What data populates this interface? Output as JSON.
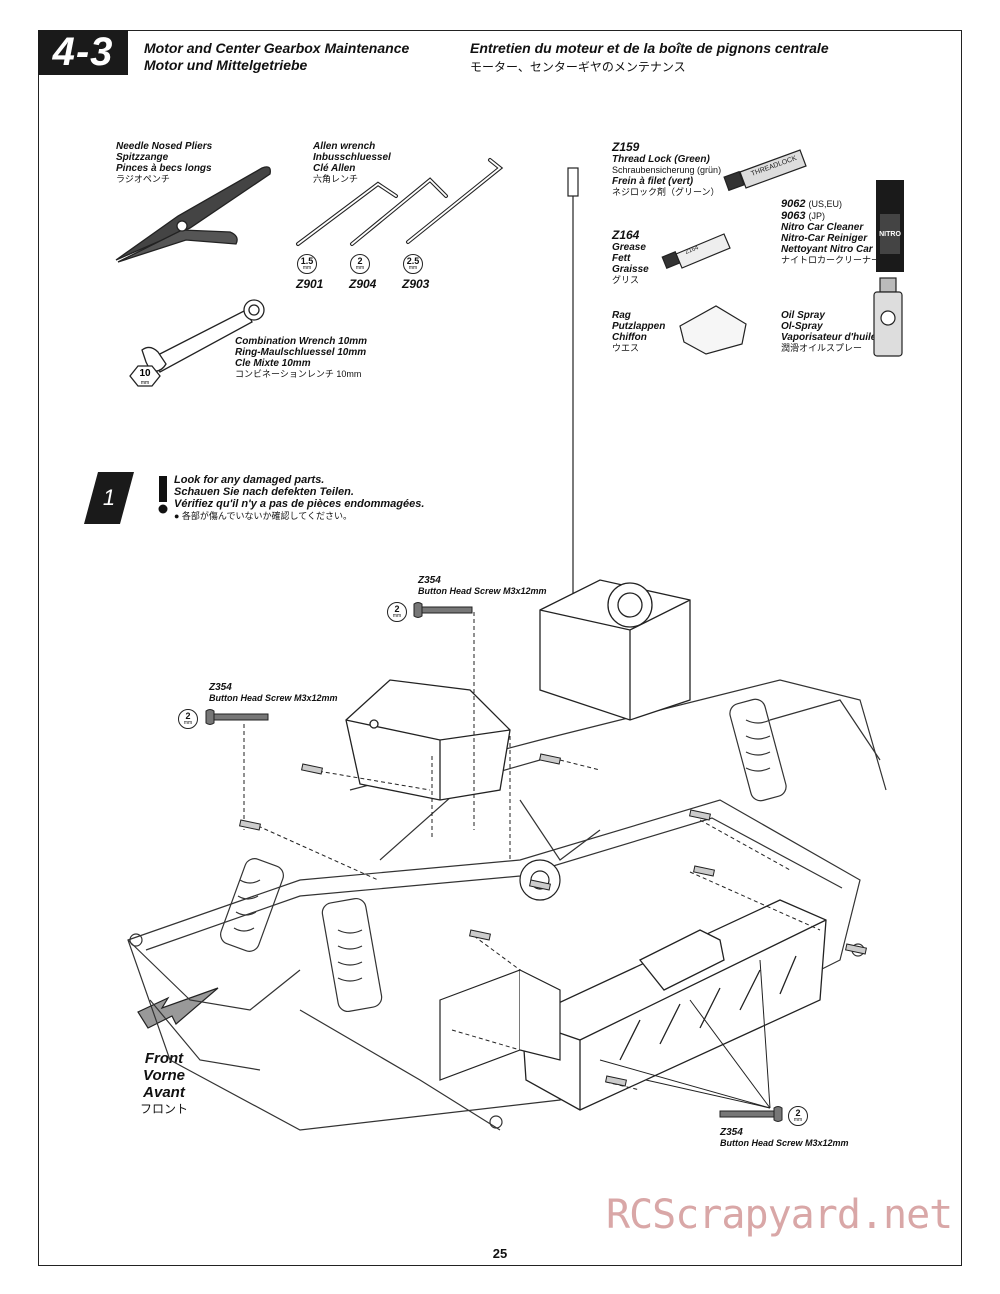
{
  "section": {
    "number": "4-3"
  },
  "header": {
    "en": "Motor and Center Gearbox Maintenance",
    "de": "Motor und Mittelgetriebe",
    "fr": "Entretien du moteur et de la boîte de pignons centrale",
    "jp": "モーター、センターギヤのメンテナンス"
  },
  "tools": {
    "pliers": {
      "en": "Needle Nosed Pliers",
      "de": "Spitzzange",
      "fr": "Pinces à becs longs",
      "jp": "ラジオペンチ"
    },
    "allen": {
      "en": "Allen wrench",
      "de": "Inbusschluessel",
      "fr": "Clé Allen",
      "jp": "六角レンチ"
    },
    "allen_sizes": [
      {
        "size": "1.5",
        "unit": "mm",
        "part": "Z901"
      },
      {
        "size": "2",
        "unit": "mm",
        "part": "Z904"
      },
      {
        "size": "2.5",
        "unit": "mm",
        "part": "Z903"
      }
    ],
    "wrench": {
      "en": "Combination Wrench 10mm",
      "de": "Ring-Maulschluessel 10mm",
      "fr": "Cle Mixte 10mm",
      "jp": "コンビネーションレンチ 10mm",
      "size": "10",
      "unit": "mm"
    },
    "threadlock": {
      "part": "Z159",
      "en": "Thread Lock (Green)",
      "de": "Schraubensicherung (grün)",
      "fr": "Frein à filet (vert)",
      "jp": "ネジロック剤（グリーン）",
      "label": "THREADLOCK"
    },
    "grease": {
      "part": "Z164",
      "en": "Grease",
      "de": "Fett",
      "fr": "Graisse",
      "jp": "グリス",
      "label": "Z164"
    },
    "cleaner": {
      "part1": "9062",
      "region1": "(US,EU)",
      "part2": "9063",
      "region2": "(JP)",
      "en": "Nitro Car Cleaner",
      "de": "Nitro-Car Reiniger",
      "fr": "Nettoyant Nitro Car",
      "jp": "ナイトロカークリーナー",
      "label": "NITRO"
    },
    "rag": {
      "en": "Rag",
      "de": "Putzlappen",
      "fr": "Chiffon",
      "jp": "ウエス"
    },
    "oil": {
      "en": "Oil Spray",
      "de": "Ol-Spray",
      "fr": "Vaporisateur d'huile",
      "jp": "潤滑オイルスプレー"
    }
  },
  "step": {
    "number": "1",
    "warning": {
      "en": "Look for any damaged parts.",
      "de": "Schauen Sie nach defekten Teilen.",
      "fr": "Vérifiez qu'il n'y a pas de pièces endommagées.",
      "jp": "● 各部が傷んでいないか確認してください。"
    }
  },
  "screws": [
    {
      "part": "Z354",
      "name": "Button Head Screw M3x12mm",
      "size": "2",
      "unit": "mm"
    },
    {
      "part": "Z354",
      "name": "Button Head Screw M3x12mm",
      "size": "2",
      "unit": "mm"
    },
    {
      "part": "Z354",
      "name": "Button Head Screw M3x12mm",
      "size": "2",
      "unit": "mm"
    }
  ],
  "front": {
    "en": "Front",
    "de": "Vorne",
    "fr": "Avant",
    "jp": "フロント"
  },
  "page_number": "25",
  "watermark": "RCScrapyard.net",
  "colors": {
    "ink": "#111111",
    "watermark": "#d9a7a7",
    "section_bg": "#1a1a1a"
  }
}
